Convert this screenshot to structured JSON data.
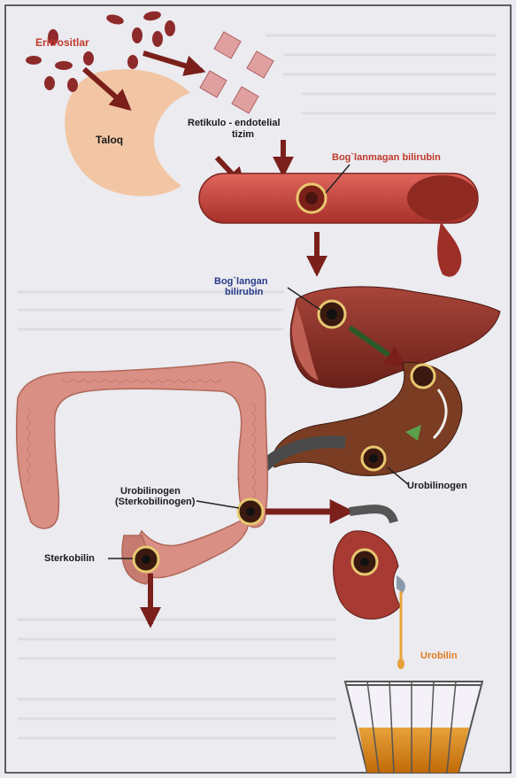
{
  "diagram": {
    "labels": {
      "eritrositlar": "Eritrositlar",
      "taloq": "Taloq",
      "retikulo_line1": "Retikulo - endotelial",
      "retikulo_line2": "tizim",
      "boglanmagan": "Bog`lanmagan bilirubin",
      "boglangan_line1": "Bog`langan",
      "boglangan_line2": "bilirubin",
      "urobilinogen_intestine_line1": "Urobilinogen",
      "urobilinogen_intestine_line2": "(Sterkobilinogen)",
      "urobilinogen_right": "Urobilinogen",
      "sterkobilin": "Sterkobilin",
      "urobilin": "Urobilin"
    },
    "colors": {
      "erythrocyte": "#8e2a2a",
      "spleen": "#f2c6a4",
      "vessel": "#c9463e",
      "liver": "#8a2e25",
      "intestine": "#d98f84",
      "kidney": "#a83a34",
      "arrow": "#7a1f1a",
      "bile_duct": "#7a3c22",
      "urine": "#d98a10",
      "urobilin_label": "#e07a1c"
    },
    "icons": [
      "erythrocyte-icon",
      "reticulo-cell-icon",
      "spleen-icon",
      "blood-vessel-icon",
      "liver-icon",
      "bile-duct-icon",
      "large-intestine-icon",
      "kidney-icon",
      "urine-cup-icon"
    ]
  }
}
